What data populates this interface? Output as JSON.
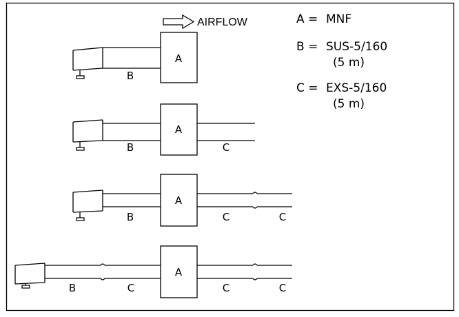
{
  "airflow": {
    "label": "AIRFLOW"
  },
  "legend": {
    "a": {
      "key": "A =",
      "value": "MNF"
    },
    "b": {
      "key": "B =",
      "value": "SUS-5/160",
      "value2": "(5 m)"
    },
    "c": {
      "key": "C =",
      "value": "EXS-5/160",
      "value2": "(5 m)"
    }
  },
  "rows": [
    {
      "fan": "A",
      "labels": [
        "B"
      ]
    },
    {
      "fan": "A",
      "labels": [
        "B",
        "C"
      ]
    },
    {
      "fan": "A",
      "labels": [
        "B",
        "C",
        "C"
      ]
    },
    {
      "fan": "A",
      "labels": [
        "B",
        "C",
        "C",
        "C"
      ]
    }
  ]
}
